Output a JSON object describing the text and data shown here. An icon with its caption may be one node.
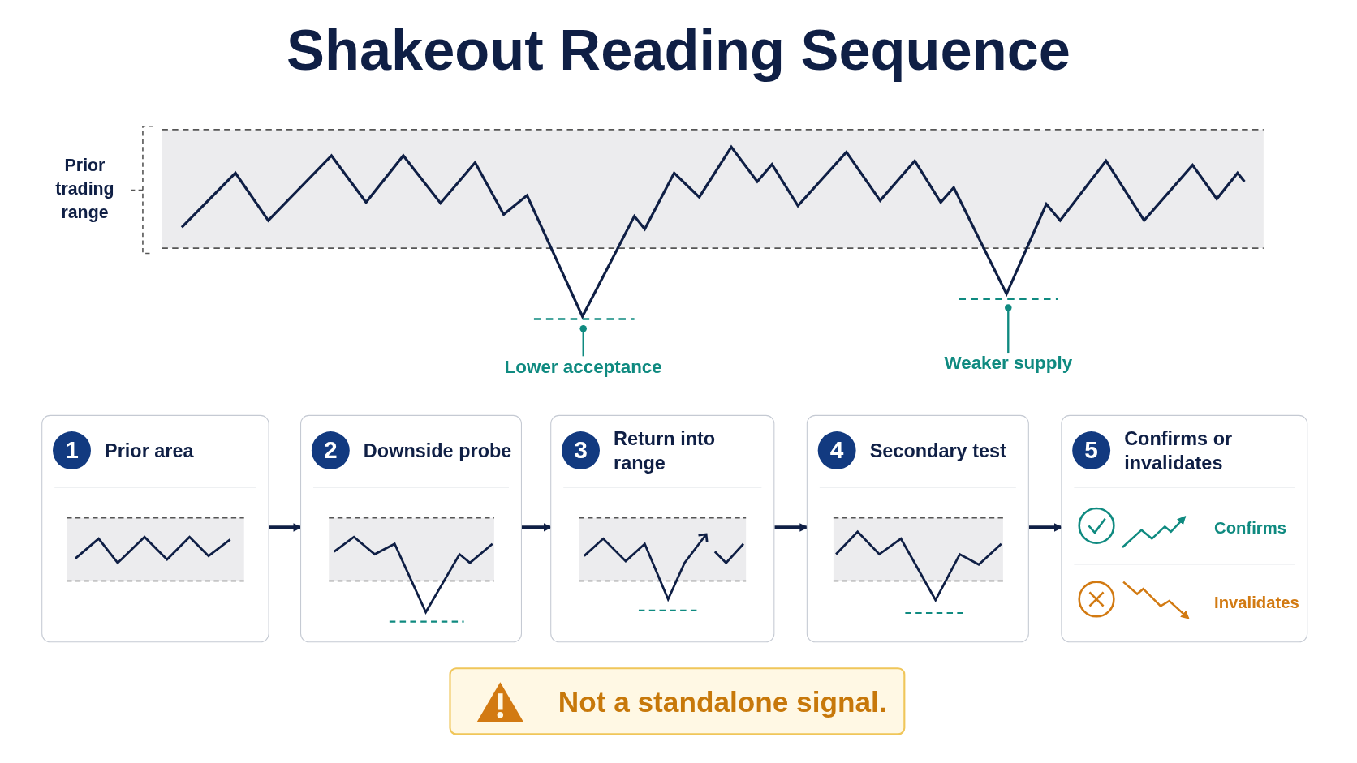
{
  "diagram": {
    "title": "Shakeout Reading Sequence",
    "nodes": [
      {
        "text": [
          "Lower acceptance"
        ]
      },
      {
        "text": [
          "Weaker supply"
        ]
      },
      {
        "text": [
          "1",
          "Prior area"
        ]
      },
      {
        "text": [
          "2",
          "Downside probe"
        ]
      },
      {
        "text": [
          "3",
          "Return into range"
        ]
      },
      {
        "text": [
          "4",
          "Secondary test"
        ]
      },
      {
        "text": [
          "5",
          "Confirms or invalidates"
        ]
      },
      {
        "text": [
          "Not a standalone signal."
        ]
      }
    ],
    "edges": [
      {
        "from": 0,
        "to": null,
        "arrow": "other",
        "color": "#0f8a80"
      },
      {
        "from": 1,
        "to": null,
        "arrow": "other",
        "color": "#0f8a80"
      },
      {
        "from": 2,
        "to": 3,
        "arrow": "to"
      },
      {
        "from": 3,
        "to": 4,
        "arrow": "to"
      },
      {
        "from": 4,
        "to": 5,
        "arrow": "to"
      },
      {
        "from": 5,
        "to": 6,
        "arrow": "to"
      }
    ],
    "labels": [
      "Prior trading range",
      "Confirms",
      "Invalidates"
    ]
  }
}
